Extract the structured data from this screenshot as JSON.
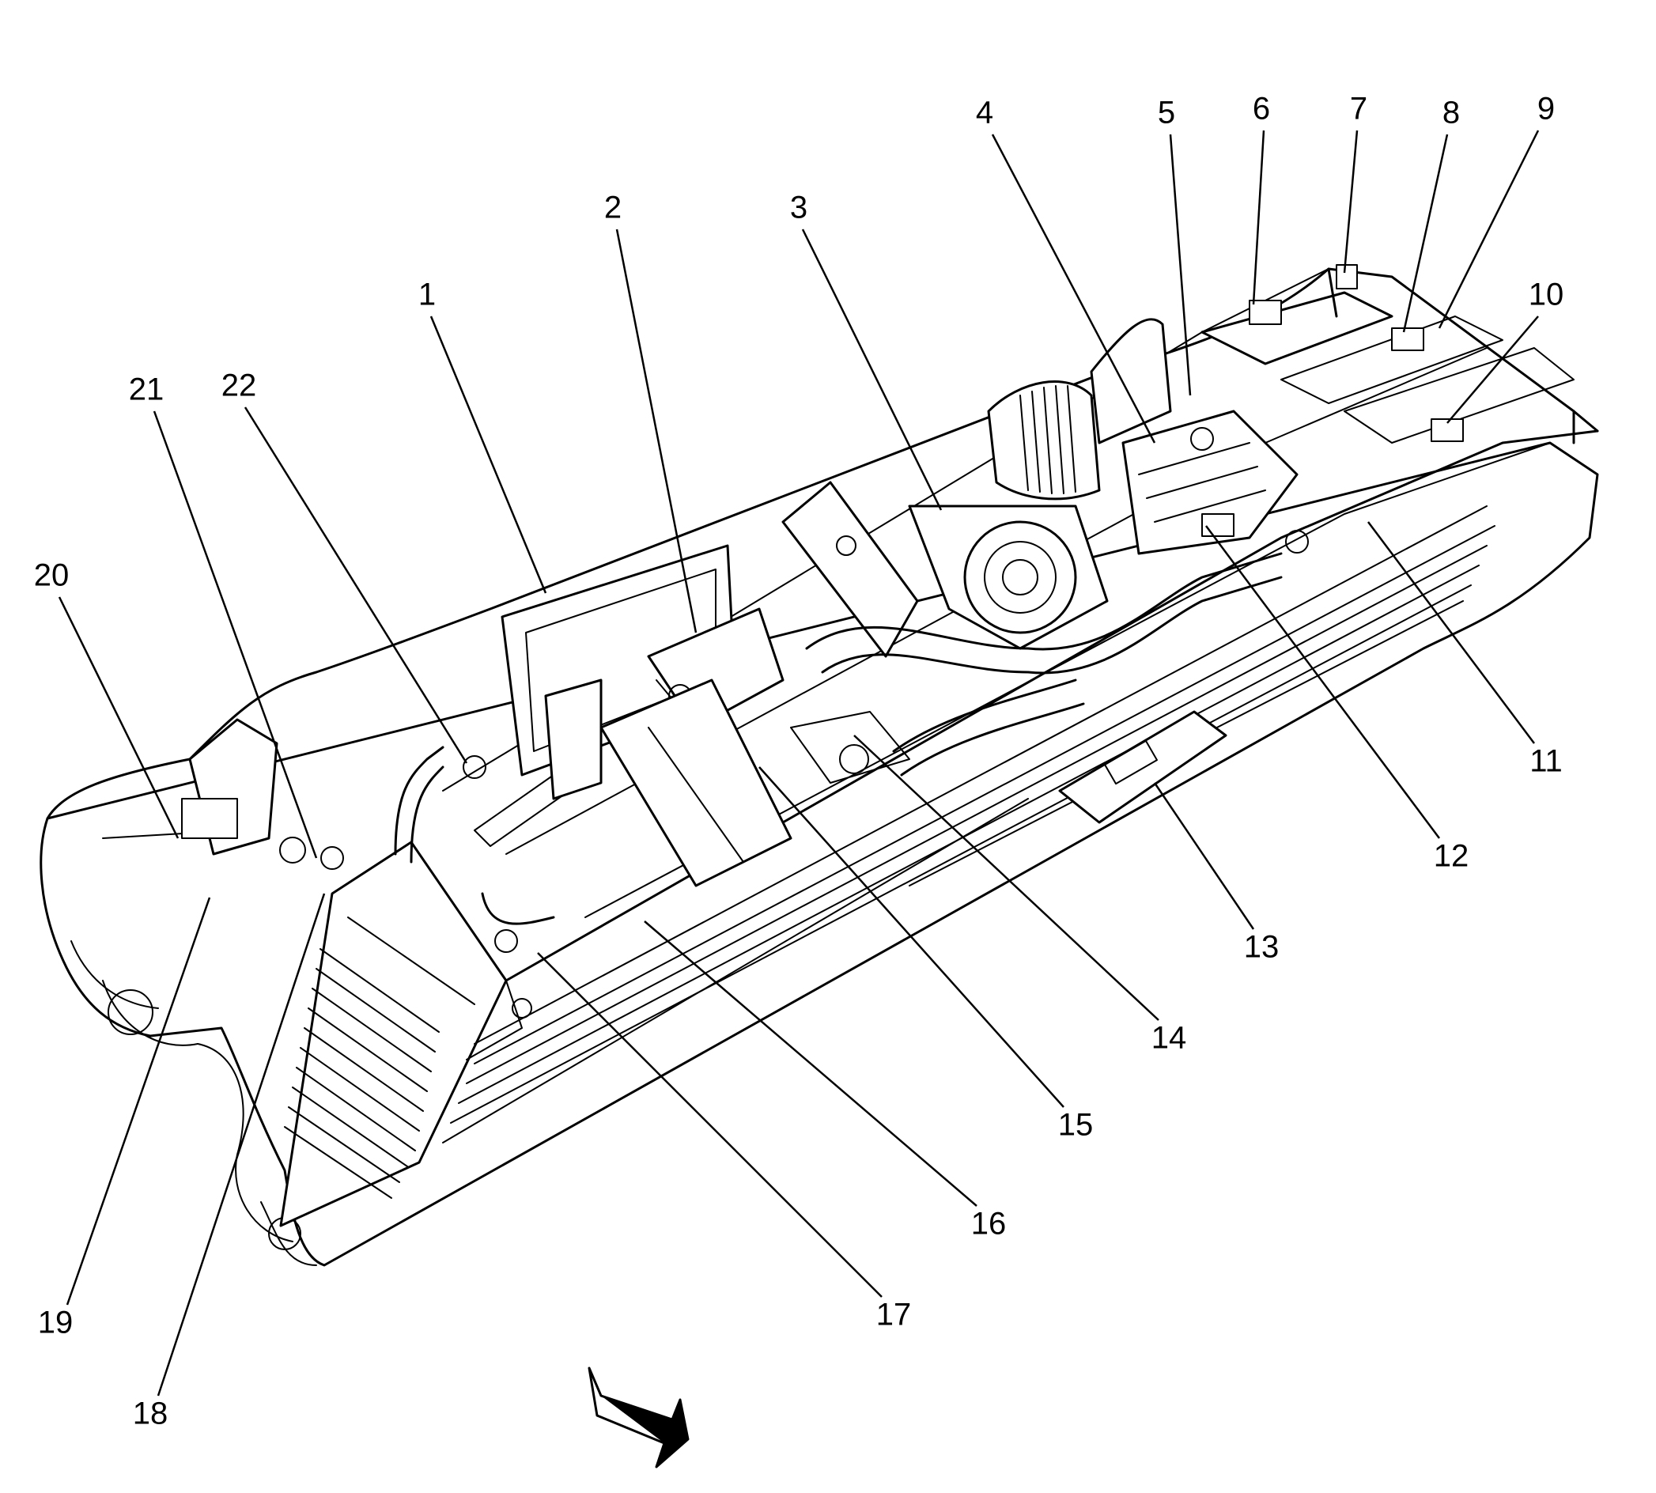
{
  "callouts": [
    {
      "id": "1",
      "label": "1"
    },
    {
      "id": "2",
      "label": "2"
    },
    {
      "id": "3",
      "label": "3"
    },
    {
      "id": "4",
      "label": "4"
    },
    {
      "id": "5",
      "label": "5"
    },
    {
      "id": "6",
      "label": "6"
    },
    {
      "id": "7",
      "label": "7"
    },
    {
      "id": "8",
      "label": "8"
    },
    {
      "id": "9",
      "label": "9"
    },
    {
      "id": "10",
      "label": "10"
    },
    {
      "id": "11",
      "label": "11"
    },
    {
      "id": "12",
      "label": "12"
    },
    {
      "id": "13",
      "label": "13"
    },
    {
      "id": "14",
      "label": "14"
    },
    {
      "id": "15",
      "label": "15"
    },
    {
      "id": "16",
      "label": "16"
    },
    {
      "id": "17",
      "label": "17"
    },
    {
      "id": "18",
      "label": "18"
    },
    {
      "id": "19",
      "label": "19"
    },
    {
      "id": "20",
      "label": "20"
    },
    {
      "id": "21",
      "label": "21"
    },
    {
      "id": "22",
      "label": "22"
    }
  ],
  "orientation_arrow": {
    "icon": "direction-arrow-icon"
  }
}
